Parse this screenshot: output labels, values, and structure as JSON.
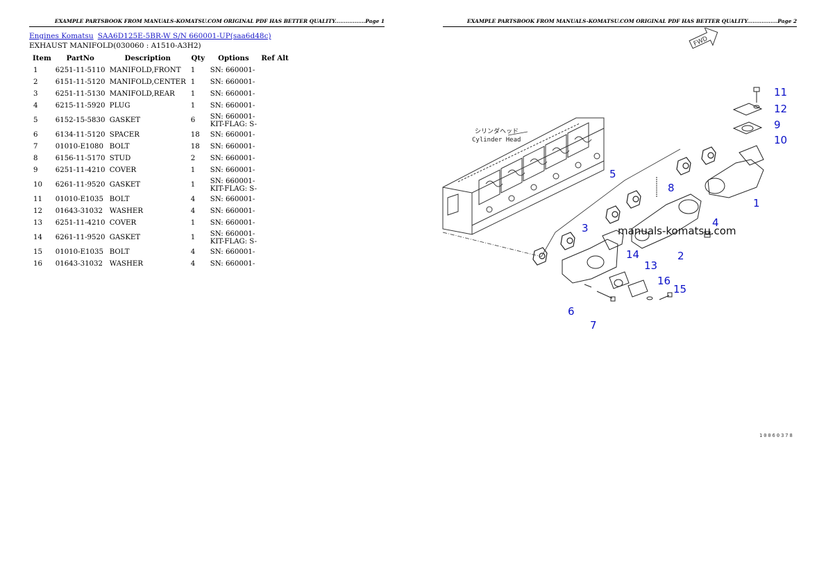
{
  "headers": {
    "left": "EXAMPLE PARTSBOOK FROM MANUALS-KOMATSU.COM ORIGINAL PDF HAS BETTER QUALITY.................Page 1",
    "right": "EXAMPLE PARTSBOOK FROM MANUALS-KOMATSU.COM ORIGINAL PDF HAS BETTER QUALITY.................Page 2"
  },
  "breadcrumb": {
    "link1": "Engines Komatsu",
    "link2": "SAA6D125E-5BR-W S/N 660001-UP(saa6d48c)"
  },
  "section_title": "EXHAUST MANIFOLD(030060 : A1510-A3H2)",
  "table": {
    "headers": [
      "Item",
      "PartNo",
      "Description",
      "Qty",
      "Options",
      "Ref Alt"
    ],
    "rows": [
      {
        "item": "1",
        "part": "6251-11-5110",
        "desc": "MANIFOLD,FRONT",
        "qty": "1",
        "opt1": "SN: 660001-",
        "opt2": "",
        "ref": ""
      },
      {
        "item": "2",
        "part": "6151-11-5120",
        "desc": "MANIFOLD,CENTER",
        "qty": "1",
        "opt1": "SN: 660001-",
        "opt2": "",
        "ref": ""
      },
      {
        "item": "3",
        "part": "6251-11-5130",
        "desc": "MANIFOLD,REAR",
        "qty": "1",
        "opt1": "SN: 660001-",
        "opt2": "",
        "ref": ""
      },
      {
        "item": "4",
        "part": "6215-11-5920",
        "desc": "PLUG",
        "qty": "1",
        "opt1": "SN: 660001-",
        "opt2": "",
        "ref": ""
      },
      {
        "item": "5",
        "part": "6152-15-5830",
        "desc": "GASKET",
        "qty": "6",
        "opt1": "SN: 660001-",
        "opt2": "KIT-FLAG: S-",
        "ref": ""
      },
      {
        "item": "6",
        "part": "6134-11-5120",
        "desc": "SPACER",
        "qty": "18",
        "opt1": "SN: 660001-",
        "opt2": "",
        "ref": ""
      },
      {
        "item": "7",
        "part": "01010-E1080",
        "desc": "BOLT",
        "qty": "18",
        "opt1": "SN: 660001-",
        "opt2": "",
        "ref": ""
      },
      {
        "item": "8",
        "part": "6156-11-5170",
        "desc": "STUD",
        "qty": "2",
        "opt1": "SN: 660001-",
        "opt2": "",
        "ref": ""
      },
      {
        "item": "9",
        "part": "6251-11-4210",
        "desc": "COVER",
        "qty": "1",
        "opt1": "SN: 660001-",
        "opt2": "",
        "ref": ""
      },
      {
        "item": "10",
        "part": "6261-11-9520",
        "desc": "GASKET",
        "qty": "1",
        "opt1": "SN: 660001-",
        "opt2": "KIT-FLAG: S-",
        "ref": ""
      },
      {
        "item": "11",
        "part": "01010-E1035",
        "desc": "BOLT",
        "qty": "4",
        "opt1": "SN: 660001-",
        "opt2": "",
        "ref": ""
      },
      {
        "item": "12",
        "part": "01643-31032",
        "desc": "WASHER",
        "qty": "4",
        "opt1": "SN: 660001-",
        "opt2": "",
        "ref": ""
      },
      {
        "item": "13",
        "part": "6251-11-4210",
        "desc": "COVER",
        "qty": "1",
        "opt1": "SN: 660001-",
        "opt2": "",
        "ref": ""
      },
      {
        "item": "14",
        "part": "6261-11-9520",
        "desc": "GASKET",
        "qty": "1",
        "opt1": "SN: 660001-",
        "opt2": "KIT-FLAG: S-",
        "ref": ""
      },
      {
        "item": "15",
        "part": "01010-E1035",
        "desc": "BOLT",
        "qty": "4",
        "opt1": "SN: 660001-",
        "opt2": "",
        "ref": ""
      },
      {
        "item": "16",
        "part": "01643-31032",
        "desc": "WASHER",
        "qty": "4",
        "opt1": "SN: 660001-",
        "opt2": "",
        "ref": ""
      }
    ]
  },
  "diagram": {
    "fwd_label": "FWD",
    "label_jp": "シリンダヘッド",
    "label_en": "Cylinder Head",
    "watermark": "manuals-komatsu.com",
    "figure_code": "10060378",
    "callouts": [
      "1",
      "2",
      "3",
      "4",
      "5",
      "6",
      "7",
      "8",
      "9",
      "10",
      "11",
      "12",
      "13",
      "14",
      "15",
      "16"
    ],
    "callout_color": "#0a10c8"
  }
}
